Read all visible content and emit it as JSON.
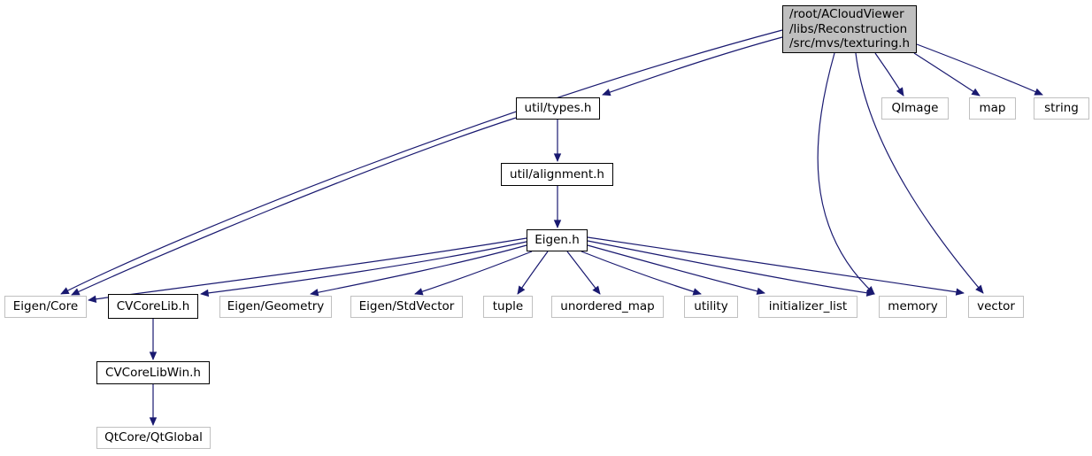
{
  "diagram": {
    "type": "include-dependency-graph",
    "background_color": "#ffffff",
    "edge_color": "#191970",
    "documented_node_border_color": "#000000",
    "external_node_border_color": "#c0c0c0",
    "main_node_fill": "#bfbfbf",
    "node_fill": "#ffffff",
    "text_color": "#000000"
  },
  "nodes": {
    "texturing": {
      "label": "/root/ACloudViewer\n/libs/Reconstruction\n/src/mvs/texturing.h"
    },
    "util_types": {
      "label": "util/types.h"
    },
    "util_alignment": {
      "label": "util/alignment.h"
    },
    "eigen_h": {
      "label": "Eigen.h"
    },
    "eigen_core": {
      "label": "Eigen/Core"
    },
    "cvcorelib": {
      "label": "CVCoreLib.h"
    },
    "eigen_geometry": {
      "label": "Eigen/Geometry"
    },
    "eigen_stdvector": {
      "label": "Eigen/StdVector"
    },
    "tuple": {
      "label": "tuple"
    },
    "unordered_map": {
      "label": "unordered_map"
    },
    "utility": {
      "label": "utility"
    },
    "initializer_list": {
      "label": "initializer_list"
    },
    "memory": {
      "label": "memory"
    },
    "vector": {
      "label": "vector"
    },
    "qimage": {
      "label": "QImage"
    },
    "map": {
      "label": "map"
    },
    "string": {
      "label": "string"
    },
    "cvcorelibwin": {
      "label": "CVCoreLibWin.h"
    },
    "qtglobal": {
      "label": "QtCore/QtGlobal"
    }
  },
  "edges": [
    {
      "from": "texturing",
      "to": "util_types"
    },
    {
      "from": "texturing",
      "to": "eigen_core"
    },
    {
      "from": "texturing",
      "to": "qimage"
    },
    {
      "from": "texturing",
      "to": "map"
    },
    {
      "from": "texturing",
      "to": "string"
    },
    {
      "from": "texturing",
      "to": "memory"
    },
    {
      "from": "texturing",
      "to": "vector"
    },
    {
      "from": "util_types",
      "to": "util_alignment"
    },
    {
      "from": "util_types",
      "to": "eigen_core"
    },
    {
      "from": "util_alignment",
      "to": "eigen_h"
    },
    {
      "from": "eigen_h",
      "to": "eigen_core"
    },
    {
      "from": "eigen_h",
      "to": "cvcorelib"
    },
    {
      "from": "eigen_h",
      "to": "eigen_geometry"
    },
    {
      "from": "eigen_h",
      "to": "eigen_stdvector"
    },
    {
      "from": "eigen_h",
      "to": "tuple"
    },
    {
      "from": "eigen_h",
      "to": "unordered_map"
    },
    {
      "from": "eigen_h",
      "to": "utility"
    },
    {
      "from": "eigen_h",
      "to": "initializer_list"
    },
    {
      "from": "eigen_h",
      "to": "memory"
    },
    {
      "from": "eigen_h",
      "to": "vector"
    },
    {
      "from": "cvcorelib",
      "to": "cvcorelibwin"
    },
    {
      "from": "cvcorelibwin",
      "to": "qtglobal"
    }
  ]
}
